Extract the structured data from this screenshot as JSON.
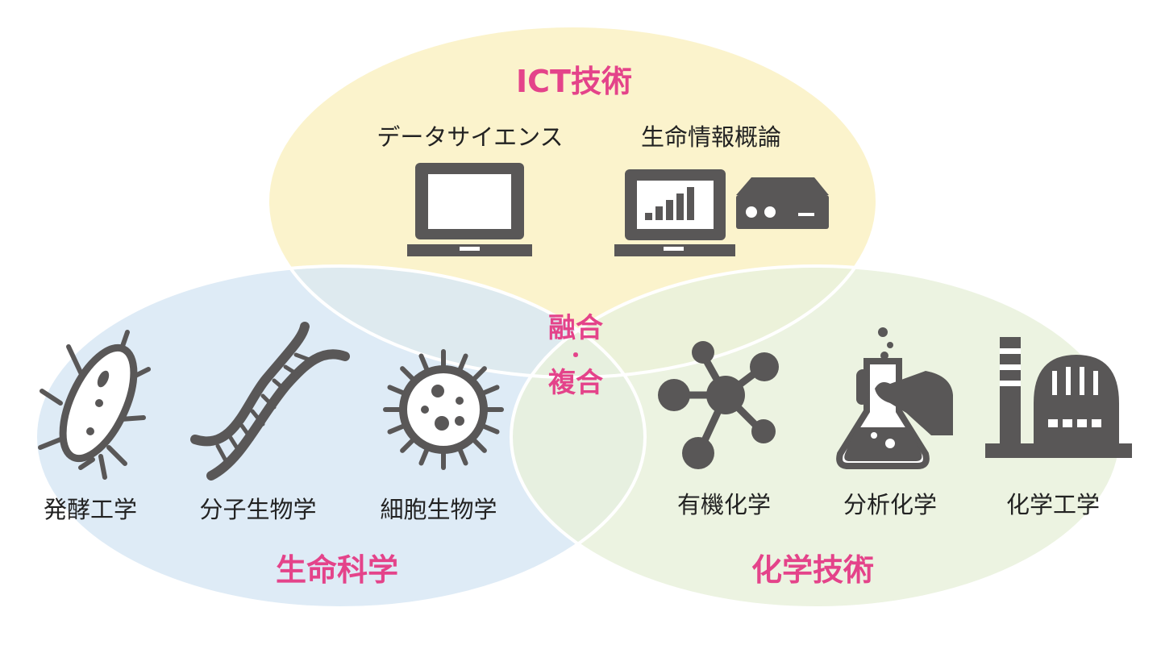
{
  "colors": {
    "accent": "#e4438a",
    "icon": "#595757",
    "ict_fill": "#fbf3cc",
    "life_fill": "#d8e7f4",
    "chem_fill": "#e9f1dc"
  },
  "ict": {
    "title": "ICT技術",
    "items": [
      {
        "label": "データサイエンス",
        "icon": "laptop-icon"
      },
      {
        "label": "生命情報概論",
        "icon": "laptop-chart-server-icon"
      }
    ]
  },
  "life": {
    "title": "生命科学",
    "items": [
      {
        "label": "発酵工学",
        "icon": "bacteria-icon"
      },
      {
        "label": "分子生物学",
        "icon": "dna-icon"
      },
      {
        "label": "細胞生物学",
        "icon": "virus-icon"
      }
    ]
  },
  "chem": {
    "title": "化学技術",
    "items": [
      {
        "label": "有機化学",
        "icon": "molecule-icon"
      },
      {
        "label": "分析化学",
        "icon": "flask-hand-icon"
      },
      {
        "label": "化学工学",
        "icon": "factory-icon"
      }
    ]
  },
  "center": {
    "line1": "融合",
    "dot": "・",
    "line2": "複合"
  }
}
